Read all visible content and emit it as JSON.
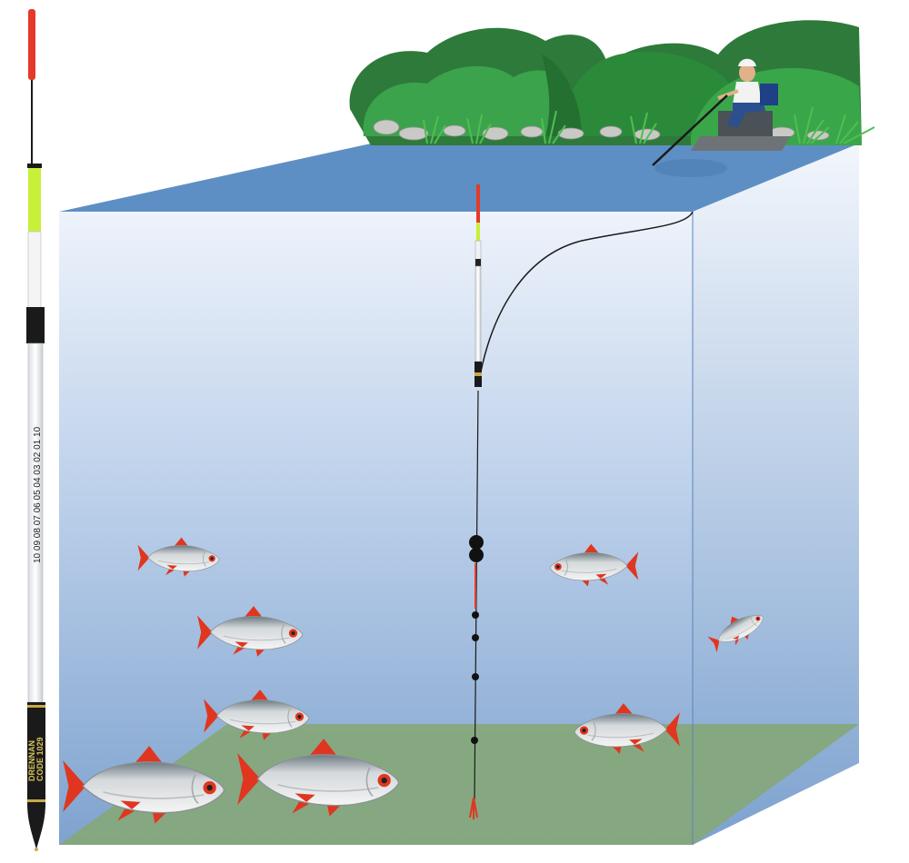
{
  "float_graphic": {
    "depth_scale_label": "10 09 08 07 06 05 04 03 02 01  10",
    "brand_text": "DRENNAN",
    "model_text": "CODE 1029"
  },
  "colors": {
    "water_front": "#8fb0d6",
    "water_surface": "#5f8fc3",
    "water_side": "#6f9bcf",
    "lake_bed": "#86a77a",
    "bush_dark": "#2f7a3a",
    "bush_light": "#3aa34a",
    "float_tip": "#e53a2a",
    "float_band": "#c8f03a",
    "fish_fin": "#e0361f",
    "fish_body": "#c8c8c8"
  },
  "scene": {
    "fish_species": "roach",
    "angler_present": true
  }
}
